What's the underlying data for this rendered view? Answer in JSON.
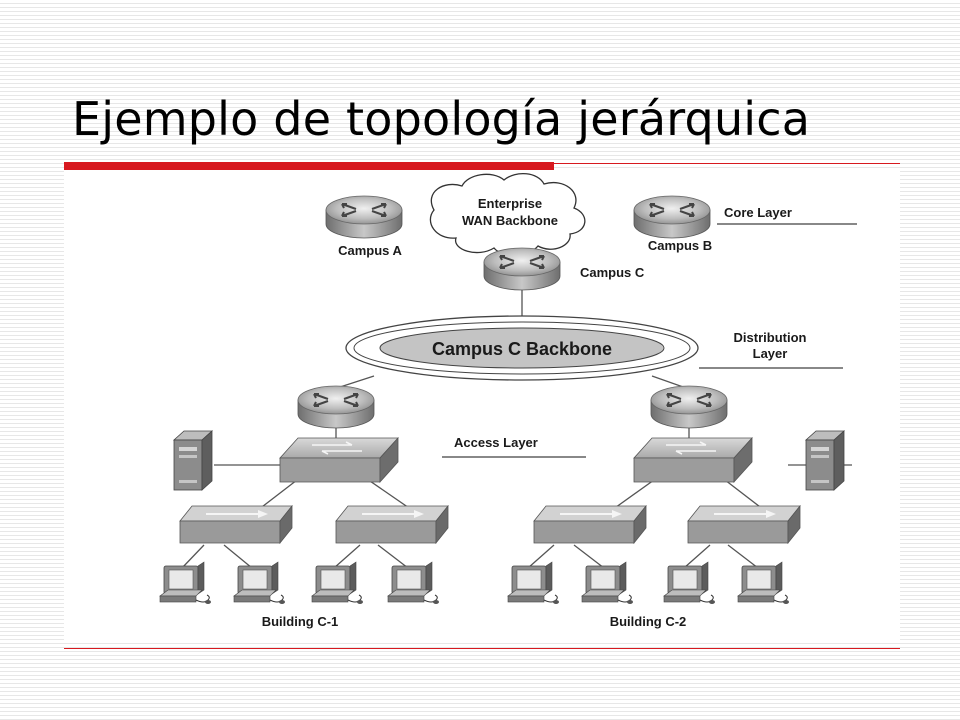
{
  "slide": {
    "title": "Ejemplo de topología jerárquica"
  },
  "diagram": {
    "cloud_label_line1": "Enterprise",
    "cloud_label_line2": "WAN Backbone",
    "routers": {
      "campus_a": "Campus A",
      "campus_b": "Campus B",
      "campus_c": "Campus C"
    },
    "backbone_label": "Campus C Backbone",
    "layers": {
      "core": "Core Layer",
      "distribution_line1": "Distribution",
      "distribution_line2": "Layer",
      "access": "Access Layer"
    },
    "buildings": {
      "left": "Building C-1",
      "right": "Building C-2"
    }
  }
}
